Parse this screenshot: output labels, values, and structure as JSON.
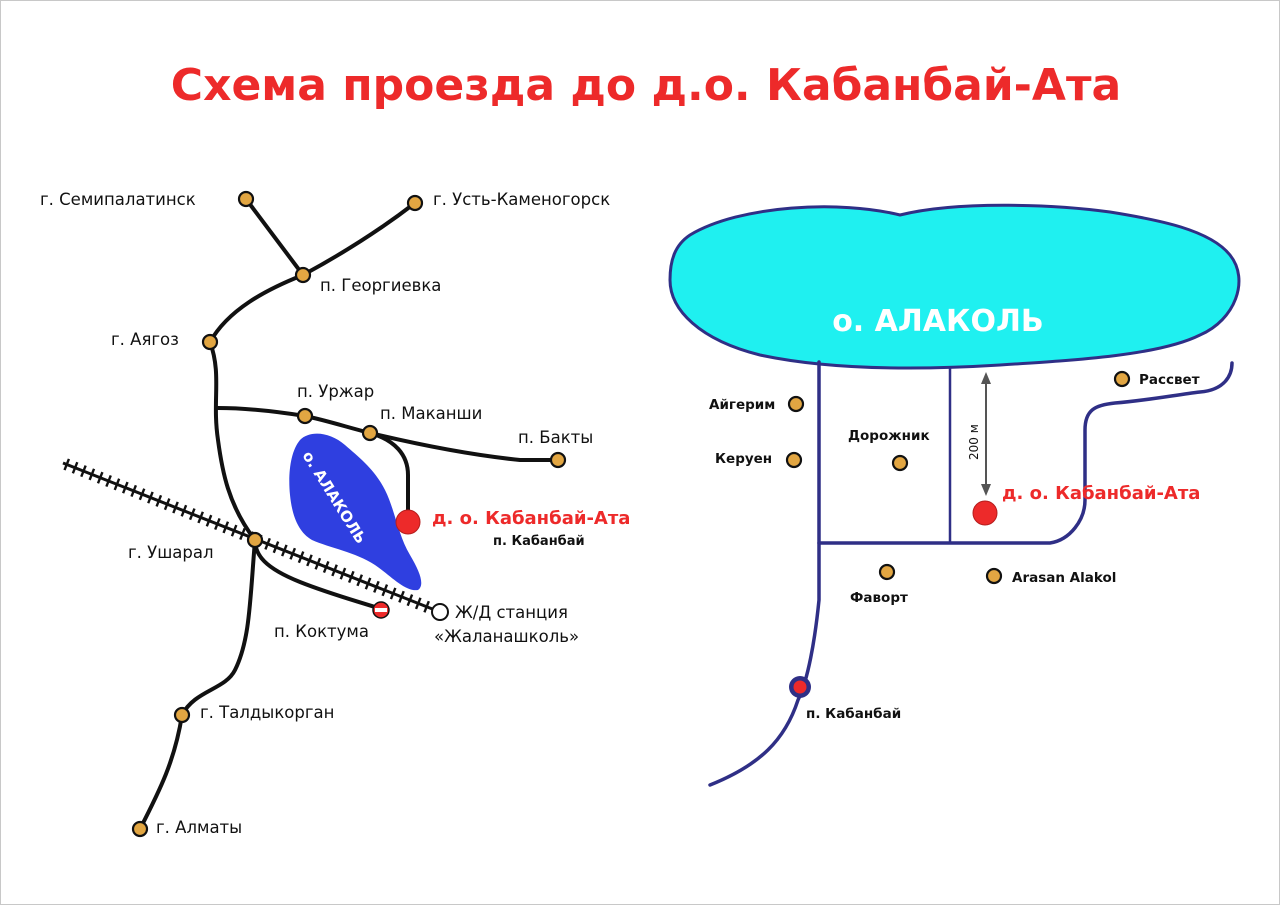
{
  "title": "Схема проезда до д.о. Кабанбай-Ата",
  "colors": {
    "title": "#ed2a2a",
    "lake_left": "#2f3fe0",
    "lake_right": "#1ff0f0",
    "node_fill": "#e2a642",
    "destination": "#ed2a2a",
    "roads_left": "#111111",
    "roads_right": "#2f2f86"
  },
  "left_map": {
    "lake_label": "о. АЛАКОЛЬ",
    "cities": {
      "semipalatinsk": "г. Семипалатинск",
      "ust_kamenogorsk": "г. Усть-Каменогорск",
      "georgievka": "п. Георгиевка",
      "ayagoz": "г. Аягоз",
      "urzhar": "п. Уржар",
      "makanshi": "п. Маканши",
      "bakty": "п. Бакты",
      "usharal": "г. Ушарал",
      "koktuma": "п. Коктума",
      "station_line1": "Ж/Д станция",
      "station_line2": "«Жаланашколь»",
      "taldykorgan": "г. Талдыкорган",
      "almaty": "г. Алматы"
    },
    "destination": "д. о. Кабанбай-Ата",
    "destination_sub": "п. Кабанбай"
  },
  "right_map": {
    "lake_label": "о. АЛАКОЛЬ",
    "distance": "200 м",
    "destination": "д. о. Кабанбай-Ата",
    "village": "п. Кабанбай",
    "places": {
      "aigerim": "Айгерим",
      "keruen": "Керуен",
      "dorozhnik": "Дорожник",
      "rassvet": "Рассвет",
      "favort": "Фаворт",
      "arasan": "Arasan Alakol"
    }
  }
}
